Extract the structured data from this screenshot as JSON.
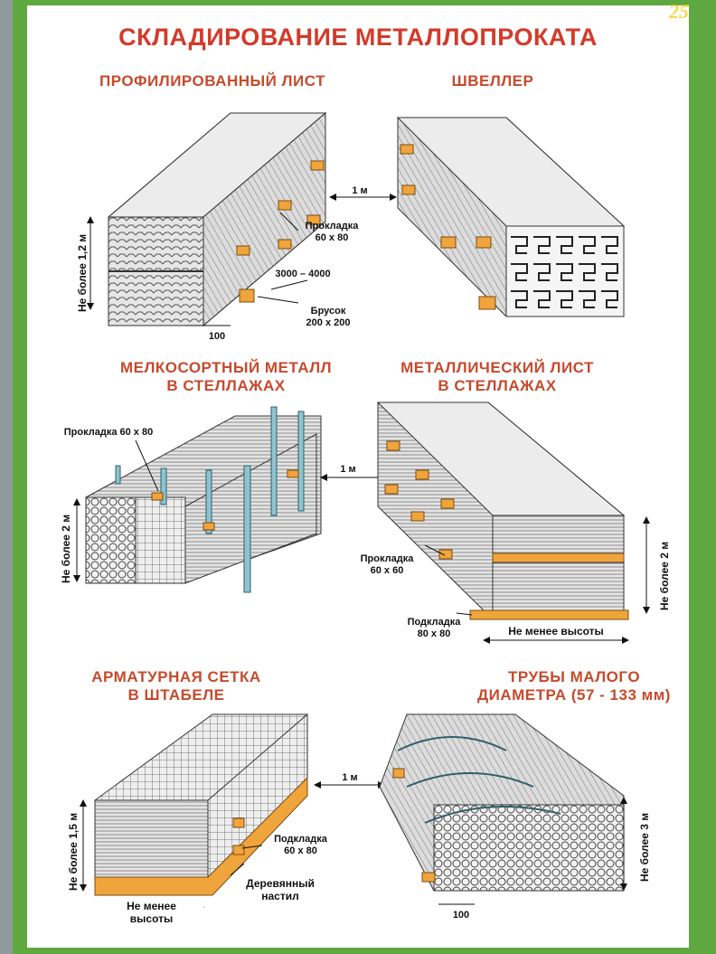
{
  "page_number": "25",
  "title": "СКЛАДИРОВАНИЕ МЕТАЛЛОПРОКАТА",
  "sections": {
    "profiled_sheet": {
      "heading": "ПРОФИЛИРОВАННЫЙ ЛИСТ",
      "height_label": "Не более 1,2 м",
      "spacer_label": "Прокладка\n60 х 80",
      "spacing_label": "3000 – 4000",
      "beam_label": "Брусок\n200 х 200",
      "offset_label": "100"
    },
    "channel": {
      "heading": "ШВЕЛЛЕР"
    },
    "gap_1": "1 м",
    "small_metal": {
      "heading": "МЕЛКОСОРТНЫЙ МЕТАЛЛ\nВ СТЕЛЛАЖАХ",
      "spacer_label": "Прокладка 60 х 80",
      "height_label": "Не более 2 м"
    },
    "metal_sheet": {
      "heading": "МЕТАЛЛИЧЕСКИЙ ЛИСТ\nВ СТЕЛЛАЖАХ",
      "spacer_label": "Прокладка\n60 х 60",
      "pad_label": "Подкладка\n80 х 80",
      "width_label": "Не менее высоты",
      "height_label": "Не более 2 м"
    },
    "gap_2": "1 м",
    "rebar_mesh": {
      "heading": "АРМАТУРНАЯ СЕТКА\nВ ШТАБЕЛЕ",
      "height_label": "Не более 1,5 м",
      "pad_label": "Подкладка\n60 х 80",
      "floor_label": "Деревянный\nнастил",
      "width_label": "Не менее\nвысоты"
    },
    "small_pipes": {
      "heading": "ТРУБЫ МАЛОГО\nДИАМЕТРА (57 - 133 мм)",
      "height_label": "Не более 3 м",
      "offset_label": "100"
    },
    "gap_3": "1 м"
  },
  "colors": {
    "frame_green": "#5fa83f",
    "heading_red": "#c64a2c",
    "timber": "#f0a43c",
    "steel_blue": "#8fc3cf",
    "metal_gray": "#d8d8d8"
  }
}
